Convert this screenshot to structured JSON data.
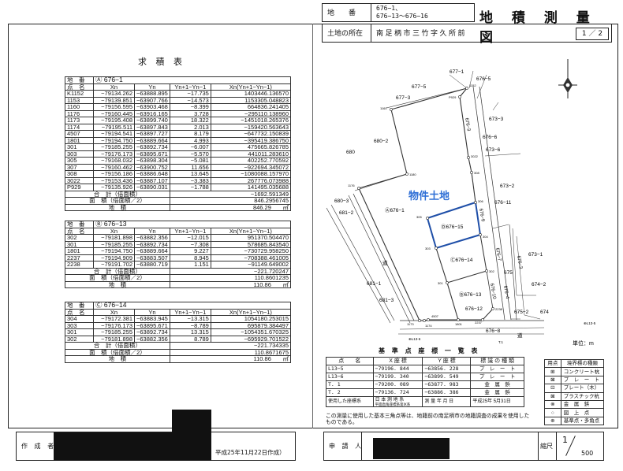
{
  "header": {
    "chiban_label": "地　　番",
    "chiban_value_1": "676−1、",
    "chiban_value_2": "676−13〜676−16",
    "location_label": "土地の所在",
    "location_value": "南 足 柄 市 三 竹 字 久 所 前",
    "title": "地 積 測 量 図",
    "page": "1 ／ 2"
  },
  "area_table_title": "求 積 表",
  "col_headers": {
    "chiban": "地　番",
    "tenmei": "点　名",
    "xn": "Xn",
    "yn": "Yn",
    "diff": "Yn+1−Yn−1",
    "prod": "Xn(Yn+1−Yn−1)"
  },
  "sum_labels": {
    "total": "合　計（倍面積）",
    "area": "面　積（倍面積／2）",
    "chiseki": "地　積",
    "unit": "㎡"
  },
  "tables": [
    {
      "parcel": "Ⓐ 676−1",
      "rows": [
        [
          "K1152",
          "−79134.262",
          "−63888.895",
          "−17.735",
          "1403446.136570"
        ],
        [
          "1153",
          "−79139.851",
          "−63907.766",
          "−14.573",
          "1153305.048823"
        ],
        [
          "1160",
          "−79156.595",
          "−63903.468",
          "−8.399",
          "664836.241405"
        ],
        [
          "1176",
          "−79160.445",
          "−63916.165",
          "3.728",
          "−295110.138960"
        ],
        [
          "1173",
          "−79195.408",
          "−63899.740",
          "18.322",
          "−1451018.265376"
        ],
        [
          "1174",
          "−79195.511",
          "−63897.843",
          "2.013",
          "−159420.563643"
        ],
        [
          "4507",
          "−79194.541",
          "−63897.727",
          "8.179",
          "−647732.150839"
        ],
        [
          "1801",
          "−79194.750",
          "−63889.664",
          "4.993",
          "−395419.386750"
        ],
        [
          "301",
          "−79185.255",
          "−63892.734",
          "−6.007",
          "475665.826785"
        ],
        [
          "303",
          "−79176.173",
          "−63895.671",
          "−5.570",
          "441011.283610"
        ],
        [
          "305",
          "−79168.032",
          "−63898.304",
          "−5.081",
          "402252.770592"
        ],
        [
          "307",
          "−79160.462",
          "−63900.752",
          "11.656",
          "−922694.345072"
        ],
        [
          "308",
          "−79156.186",
          "−63886.648",
          "13.645",
          "−1080088.157970"
        ],
        [
          "3022",
          "−79153.436",
          "−63887.107",
          "−3.383",
          "267776.073988"
        ],
        [
          "P929",
          "−79135.926",
          "−63890.031",
          "−1.788",
          "141495.035688"
        ]
      ],
      "total": "−1692.591349",
      "area": "846.2956745",
      "chiseki": "846.29"
    },
    {
      "parcel": "Ⓑ 676−13",
      "rows": [
        [
          "302",
          "−79181.898",
          "−63882.356",
          "−12.015",
          "951370.504470"
        ],
        [
          "301",
          "−79185.255",
          "−63892.734",
          "−7.308",
          "578685.843540"
        ],
        [
          "1801",
          "−79194.750",
          "−63889.664",
          "9.227",
          "−730729.958250"
        ],
        [
          "2237",
          "−79194.909",
          "−63883.507",
          "8.945",
          "−708388.461005"
        ],
        [
          "2238",
          "−79191.702",
          "−63880.719",
          "1.151",
          "−91149.649002"
        ]
      ],
      "total": "−221.720247",
      "area": "110.8601235",
      "chiseki": "110.86"
    },
    {
      "parcel": "Ⓒ 676−14",
      "rows": [
        [
          "304",
          "−79172.381",
          "−63883.945",
          "−13.315",
          "1054180.253015"
        ],
        [
          "303",
          "−79176.173",
          "−63895.671",
          "−8.789",
          "695879.384497"
        ],
        [
          "301",
          "−79185.255",
          "−63892.734",
          "13.315",
          "−1054351.670325"
        ],
        [
          "302",
          "−79181.898",
          "−63882.356",
          "8.789",
          "−695929.701522"
        ]
      ],
      "total": "−221.734335",
      "area": "110.8671675",
      "chiseki": "110.86"
    }
  ],
  "map": {
    "labels": [
      "677−1",
      "676−5",
      "677−5",
      "677−3",
      "673−3",
      "676−6",
      "680−2",
      "680",
      "673−6",
      "673−2",
      "676−11",
      "680−3",
      "681−2",
      "Ⓐ676−1",
      "Ⓓ676−15",
      "Ⓒ676−14",
      "673−1",
      "675",
      "681−1",
      "674−2",
      "Ⓑ676−13",
      "681−3",
      "676−12",
      "675−2",
      "674",
      "676−8",
      "道",
      "道"
    ],
    "vertical_labels": [
      "676−3",
      "676−9",
      "676−7",
      "676−3",
      "676−10",
      "676−4"
    ],
    "points": [
      "1152",
      "1160",
      "1180",
      "1176",
      "P929",
      "3022",
      "308",
      "306",
      "305",
      "304",
      "303",
      "302",
      "301",
      "2238",
      "2237",
      "1801",
      "4507",
      "1173",
      "1174"
    ],
    "highlight_text": "物件土地",
    "highlight_color": "#2f6fd6",
    "highlight_parcel_color": "#1f4fa8",
    "survey_marks": [
      "⊕L13-5",
      "⊕L13-6",
      "T.1"
    ],
    "unit": "単位：m",
    "compass": "north-arrow-icon"
  },
  "base_points": {
    "title": "基 準 点 座 標 一 覧 表",
    "headers": [
      "点　　名",
      "X 座 標",
      "Y 座 標",
      "標 識 の 種 類"
    ],
    "rows": [
      [
        "L13−5",
        "−79196. 844",
        "−63856. 228",
        "プ　レ　ー　ト"
      ],
      [
        "L13−6",
        "−79199. 340",
        "−63899. 549",
        "プ　レ　ー　ト"
      ],
      [
        "T. 1",
        "−79200. 089",
        "−63877. 983",
        "金　属　鋲"
      ],
      [
        "T. 2",
        "−79136. 724",
        "−63886. 386",
        "金　属　鋲"
      ]
    ],
    "system_label": "使用した座標系",
    "system_value_1": "日 本 測 地 系",
    "system_value_2": "平面直角座標系第Ⅸ系",
    "date_label": "測 量 年 月 日",
    "date_value": "平成25年 5月31日",
    "note": "この測量に使用した基本三角点等は、地籍前の南足柄市の地籍調査の成果を使用したものである。"
  },
  "legend": {
    "headers": [
      "用点",
      "境界標の種類"
    ],
    "rows": [
      [
        "⊞",
        "コンクリート杭"
      ],
      [
        "⊠",
        "プ　レ　ー　ト"
      ],
      [
        "⊡",
        "プレート（木）"
      ],
      [
        "⊠",
        "プラスチック杭"
      ],
      [
        "⊗",
        "金　属　鋲"
      ],
      [
        "○",
        "図　上　点"
      ],
      [
        "⊕",
        "基準点・多角点"
      ]
    ]
  },
  "footer": {
    "author_label": "作 成 者",
    "author_date": "平成25年11月22日作成）",
    "applicant_label": "申 請 人",
    "scale_label": "縮尺",
    "scale_num": "1",
    "scale_den": "500"
  }
}
